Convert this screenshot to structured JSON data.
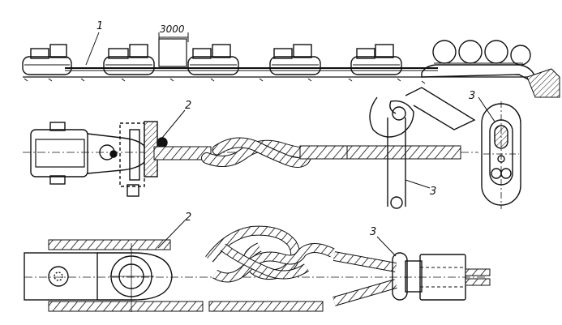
{
  "figure": {
    "callouts": {
      "c1": "1",
      "c2_top": "2",
      "c3_top": "3",
      "c3_ring": "3",
      "c2_bottom": "2",
      "c3_bottom": "3"
    },
    "dimension": "3000"
  }
}
